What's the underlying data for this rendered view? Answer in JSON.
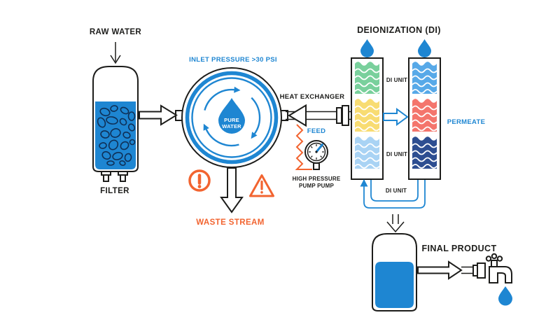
{
  "colors": {
    "brand_blue": "#1e86d2",
    "orange": "#f26430",
    "ink": "#1d1d1b",
    "green": "#79d09c",
    "yellow": "#f8dc72",
    "light_blue": "#a9d3f4",
    "medium_blue": "#57a9e8",
    "salmon": "#f4756c",
    "navy": "#2d4e91"
  },
  "labels": {
    "raw_water": "RAW WATER",
    "filter": "FILTER",
    "inlet_pressure": "INLET PRESSURE >30 PSI",
    "pure_water_line1": "PURE",
    "pure_water_line2": "WATER",
    "waste_stream": "WASTE STREAM",
    "heat_exchanger": "HEAT EXCHANGER",
    "feed": "FEED",
    "pump_line1": "HIGH PRESSURE",
    "pump_line2": "PUMP PUMP",
    "deionization": "DEIONIZATION (DI)",
    "permeate": "PERMEATE",
    "final_product": "FINAL PRODUCT"
  },
  "di_units": [
    {
      "label": "DI UNIT"
    },
    {
      "label": "DI UNIT"
    },
    {
      "label": "DI UNIT"
    }
  ]
}
